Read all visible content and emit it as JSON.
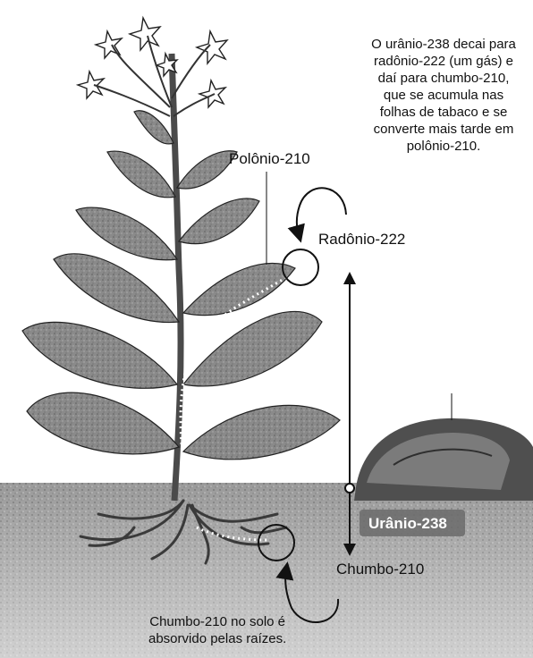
{
  "caption": {
    "lines": [
      "O urânio-238 decai para",
      "radônio-222 (um gás) e",
      "daí para chumbo-210,",
      "que se acumula nas",
      "folhas de tabaco e se",
      "converte mais tarde em",
      "polônio-210."
    ]
  },
  "labels": {
    "polonio": "Polônio-210",
    "radonio": "Radônio-222",
    "uranio": "Urânio-238",
    "chumbo": "Chumbo-210",
    "solo_line1": "Chumbo-210 no solo é",
    "solo_line2": "absorvido pelas raízes."
  },
  "colors": {
    "ink": "#111111",
    "soil": "#7a7a7a",
    "leaf": "#6b6b6b",
    "leaf_dark": "#3d3d3d",
    "rock": "#555555"
  },
  "icons": {
    "circle_markers": [
      "radon-circle-icon",
      "root-circle-icon"
    ],
    "arrows": [
      "curved-arrow-top-icon",
      "curved-arrow-bottom-icon",
      "vertical-double-arrow-icon"
    ]
  }
}
